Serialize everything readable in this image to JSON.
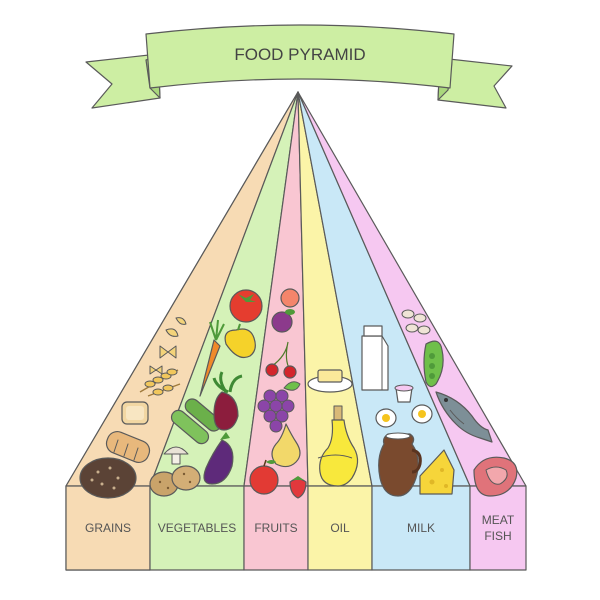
{
  "title": "FOOD PYRAMID",
  "groups": [
    {
      "id": "grains",
      "label_lines": [
        "GRAINS"
      ],
      "color": "#f7dbb4"
    },
    {
      "id": "vegetables",
      "label_lines": [
        "VEGETABLES"
      ],
      "color": "#d5f2b8"
    },
    {
      "id": "fruits",
      "label_lines": [
        "FRUITS"
      ],
      "color": "#f9c6d2"
    },
    {
      "id": "oil",
      "label_lines": [
        "OIL"
      ],
      "color": "#fbf4a8"
    },
    {
      "id": "milk",
      "label_lines": [
        "MILK"
      ],
      "color": "#c9e8f7"
    },
    {
      "id": "meat-fish",
      "label_lines": [
        "MEAT",
        "FISH"
      ],
      "color": "#f6c8f1"
    }
  ],
  "colors": {
    "ribbon": "#cdeea3",
    "ribbon_dark": "#a9d77c",
    "outline": "#5a5a5a",
    "label_text": "#555555"
  },
  "icons": [
    "bread-icon",
    "toast-icon",
    "pasta-icon",
    "wheat-icon",
    "carrot-icon",
    "bell-pepper-icon",
    "cucumber-icon",
    "beet-icon",
    "potato-icon",
    "mushroom-icon",
    "eggplant-icon",
    "tomato-icon",
    "plum-icon",
    "cherry-icon",
    "grapes-icon",
    "pear-icon",
    "apple-icon",
    "strawberry-icon",
    "butter-icon",
    "oil-bottle-icon",
    "milk-carton-icon",
    "yogurt-icon",
    "egg-icon",
    "milk-jug-icon",
    "cheese-icon",
    "beans-icon",
    "peas-icon",
    "fish-icon",
    "steak-icon"
  ]
}
